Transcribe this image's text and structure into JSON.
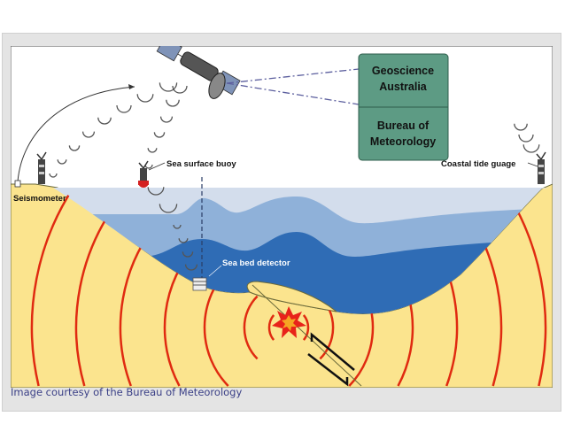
{
  "labels": {
    "agency_1_line1": "Geoscience",
    "agency_1_line2": "Australia",
    "agency_2_line1": "Bureau of",
    "agency_2_line2": "Meteorology",
    "seismometer": "Seismometer",
    "buoy": "Sea surface buoy",
    "tide_gauge": "Coastal tide guage",
    "seabed_detector": "Sea bed detector"
  },
  "caption": "Image courtesy of the Bureau of Meteorology",
  "colors": {
    "sand": "#fbe48e",
    "water_light": "#d3ddec",
    "water_mid": "#8fb1d9",
    "water_dark": "#2f6cb5",
    "seismic_wave": "#e02a10",
    "agency_box": "#5d9b84",
    "caption_text": "#3a3f86"
  },
  "icons": [
    "satellite-icon",
    "antenna-tower-icon",
    "buoy-icon",
    "seabed-detector-icon",
    "epicenter-burst-icon",
    "fault-slip-arrows-icon"
  ]
}
